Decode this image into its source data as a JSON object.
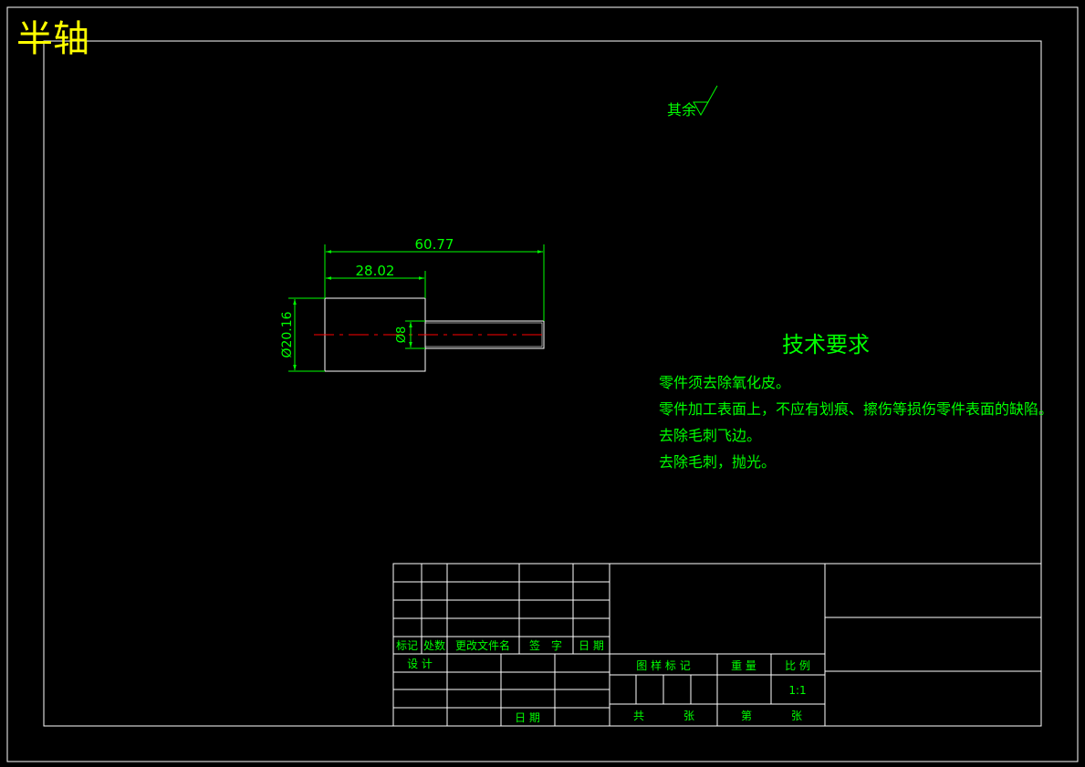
{
  "title": "半轴",
  "surface_finish_label": "其余",
  "dimensions": {
    "overall_length": "60.77",
    "step_length": "28.02",
    "large_diameter": "Ø20.16",
    "small_diameter": "Ø8"
  },
  "tech_requirements": {
    "heading": "技术要求",
    "items": [
      "零件须去除氧化皮。",
      "零件加工表面上，不应有划痕、擦伤等损伤零件表面的缺陷。",
      "去除毛刺飞边。",
      "去除毛刺，抛光。"
    ]
  },
  "title_block": {
    "mark": "标记",
    "count": "处数",
    "change_doc": "更改文件名",
    "signature": "签　字",
    "date": "日 期",
    "design": "设 计",
    "date2": "日 期",
    "drawing_mark": "图 样 标 记",
    "weight": "重 量",
    "scale": "比 例",
    "scale_value": "1:1",
    "total": "共",
    "sheets": "张",
    "sheet_no": "第",
    "sheets2": "张"
  },
  "colors": {
    "background": "#000000",
    "lines": "#ffffff",
    "annotation": "#00ff00",
    "title": "#ffff00",
    "centerline": "#ff0000"
  }
}
